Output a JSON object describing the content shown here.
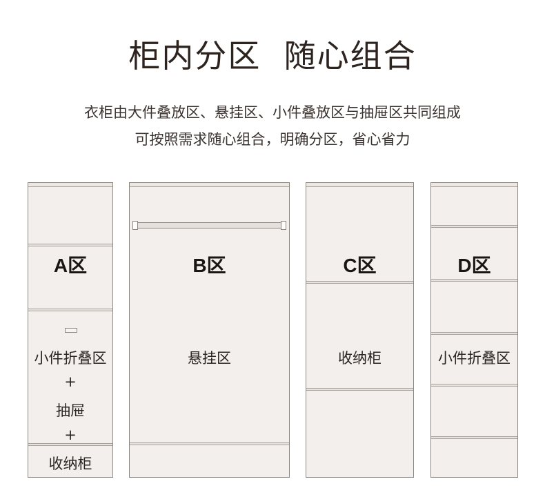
{
  "title": "柜内分区  随心组合",
  "subtitle_line1": "衣柜由大件叠放区、悬挂区、小件叠放区与抽屉区共同组成",
  "subtitle_line2": "可按照需求随心组合，明确分区，省心省力",
  "cabinets": {
    "a": {
      "label": "A区",
      "text_fold": "小件折叠区",
      "plus1": "+",
      "text_drawer": "抽屉",
      "plus2": "+",
      "text_storage": "收纳柜"
    },
    "b": {
      "label": "B区",
      "text_hanging": "悬挂区"
    },
    "c": {
      "label": "C区",
      "text_storage": "收纳柜"
    },
    "d": {
      "label": "D区",
      "text_fold": "小件折叠区"
    }
  },
  "colors": {
    "cabinet_fill": "#f2efec",
    "cabinet_border": "#8d8680",
    "title_text": "#2d2420"
  }
}
